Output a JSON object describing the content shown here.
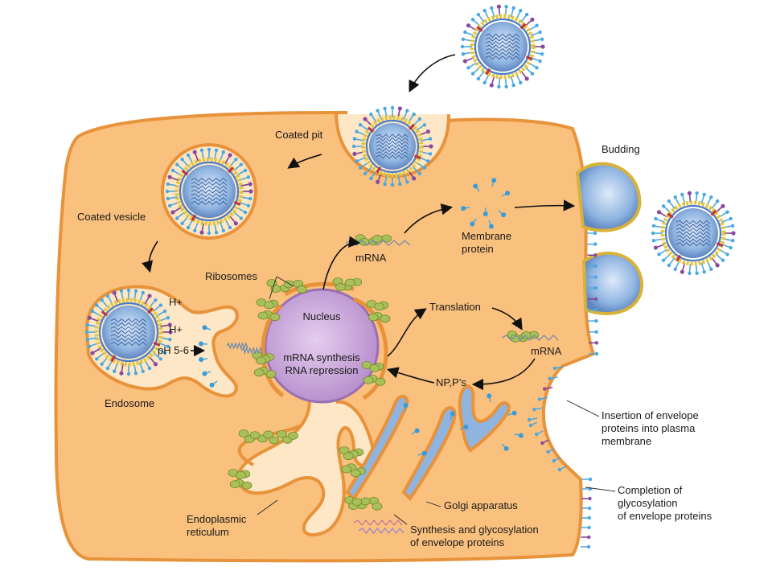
{
  "labels": {
    "coated_pit": "Coated pit",
    "coated_vesicle": "Coated vesicle",
    "budding": "Budding",
    "ribosomes": "Ribosomes",
    "h_plus_1": "H+",
    "h_plus_2": "H+",
    "ph": "pH 5-6",
    "endosome": "Endosome",
    "nucleus": "Nucleus",
    "mrna_synthesis": "mRNA synthesis",
    "rna_repression": "RNA repression",
    "mrna_top": "mRNA",
    "membrane_protein_1": "Membrane",
    "membrane_protein_2": "protein",
    "translation": "Translation",
    "mrna_right": "mRNA",
    "np_ps": "NP,P’s",
    "insertion_1": "Insertion of envelope",
    "insertion_2": "proteins into plasma",
    "insertion_3": "membrane",
    "completion_1": "Completion of",
    "completion_2": "glycosylation",
    "completion_3": "of envelope proteins",
    "golgi": "Golgi apparatus",
    "er_1": "Endoplasmic",
    "er_2": "reticulum",
    "synthesis_1": "Synthesis and glycosylation",
    "synthesis_2": "of envelope proteins"
  },
  "colors": {
    "cytoplasm": "#f9c07e",
    "membrane": "#e8923a",
    "nucleus": "#c8a2d8",
    "nucleus_rim": "#9a6fb2",
    "virion_core": "#8fb4e0",
    "spike": "#4aa8e0",
    "ribosome": "#a9c05a"
  }
}
